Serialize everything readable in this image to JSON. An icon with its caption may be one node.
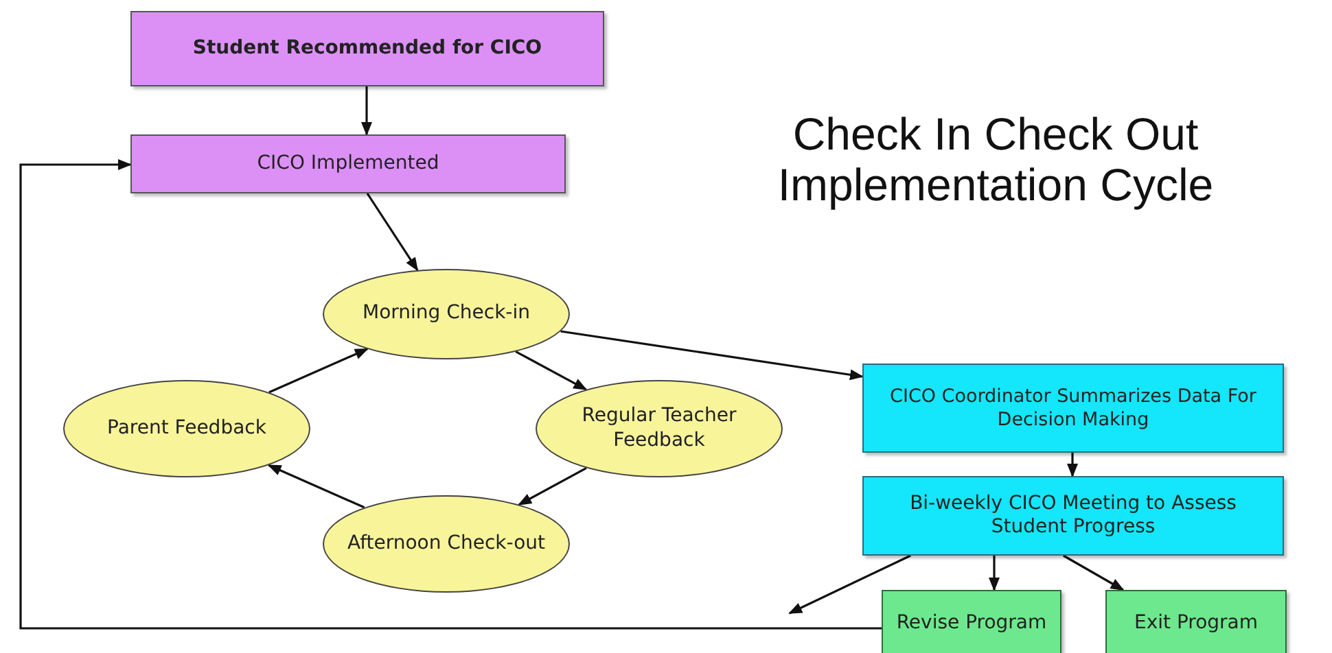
{
  "diagram": {
    "title": "Check In Check Out Implementation Cycle",
    "nodes": [
      {
        "text": [
          "Student Recommended for CICO"
        ]
      },
      {
        "text": [
          "CICO Implemented"
        ]
      },
      {
        "text": [
          "Morning Check-in"
        ]
      },
      {
        "text": [
          "Parent Feedback"
        ]
      },
      {
        "text": [
          "Regular Teacher Feedback"
        ]
      },
      {
        "text": [
          "CICO Coordinator Summarizes Data For Decision Making"
        ]
      },
      {
        "text": [
          "Bi-weekly  CICO Meeting to Assess Student Progress"
        ]
      },
      {
        "text": [
          "Afternoon Check-out"
        ]
      },
      {
        "text": [
          "Revise Program"
        ]
      },
      {
        "text": [
          "Exit Program"
        ]
      }
    ],
    "edges": [
      {
        "from": 0,
        "to": 1,
        "arrow": "to"
      },
      {
        "from": 1,
        "to": 2,
        "arrow": "to"
      },
      {
        "from": 2,
        "to": 4,
        "arrow": "to"
      },
      {
        "from": 4,
        "to": 7,
        "arrow": "to"
      },
      {
        "from": 7,
        "to": 3,
        "arrow": "to"
      },
      {
        "from": 3,
        "to": 2,
        "arrow": "to"
      },
      {
        "from": 2,
        "to": 5,
        "arrow": "to"
      },
      {
        "from": 5,
        "to": 6,
        "arrow": "to"
      },
      {
        "from": 6,
        "to": 8,
        "arrow": "to"
      },
      {
        "from": 6,
        "to": 9,
        "arrow": "to"
      },
      {
        "from": 6,
        "to": null,
        "arrow": "to"
      },
      {
        "from": 8,
        "to": 1,
        "arrow": "to"
      }
    ]
  }
}
